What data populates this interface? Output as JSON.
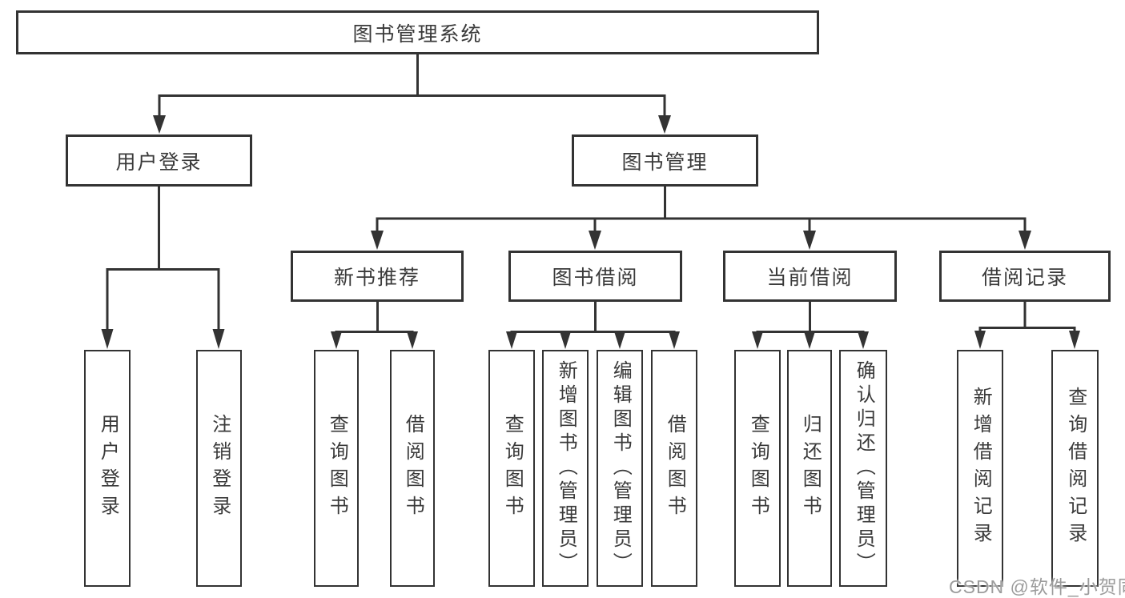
{
  "diagram": {
    "root": {
      "label": "图书管理系统"
    },
    "level2": {
      "user_login": {
        "label": "用户登录"
      },
      "book_management": {
        "label": "图书管理"
      }
    },
    "level3": {
      "new_book": {
        "label": "新书推荐"
      },
      "book_borrow": {
        "label": "图书借阅"
      },
      "current_borrow": {
        "label": "当前借阅"
      },
      "borrow_record": {
        "label": "借阅记录"
      }
    },
    "leaves": {
      "user_login": {
        "label": "用户登录"
      },
      "logout": {
        "label": "注销登录"
      },
      "nb_query": {
        "label": "查询图书"
      },
      "nb_borrow": {
        "label": "借阅图书"
      },
      "bb_query": {
        "label": "查询图书"
      },
      "bb_add": {
        "label": "新增图书（管理员）"
      },
      "bb_edit": {
        "label": "编辑图书（管理员）"
      },
      "bb_borrow": {
        "label": "借阅图书"
      },
      "cb_query": {
        "label": "查询图书"
      },
      "cb_return": {
        "label": "归还图书"
      },
      "cb_confirm": {
        "label": "确认归还（管理员）"
      },
      "br_add": {
        "label": "新增借阅记录"
      },
      "br_query": {
        "label": "查询借阅记录"
      }
    }
  },
  "watermark": {
    "text": "CSDN @软件_小贺同学",
    "color": "#9c9c9c"
  },
  "colors": {
    "line": "#333333",
    "box_border": "#333333",
    "text": "#3a3a3a",
    "background": "#ffffff"
  }
}
